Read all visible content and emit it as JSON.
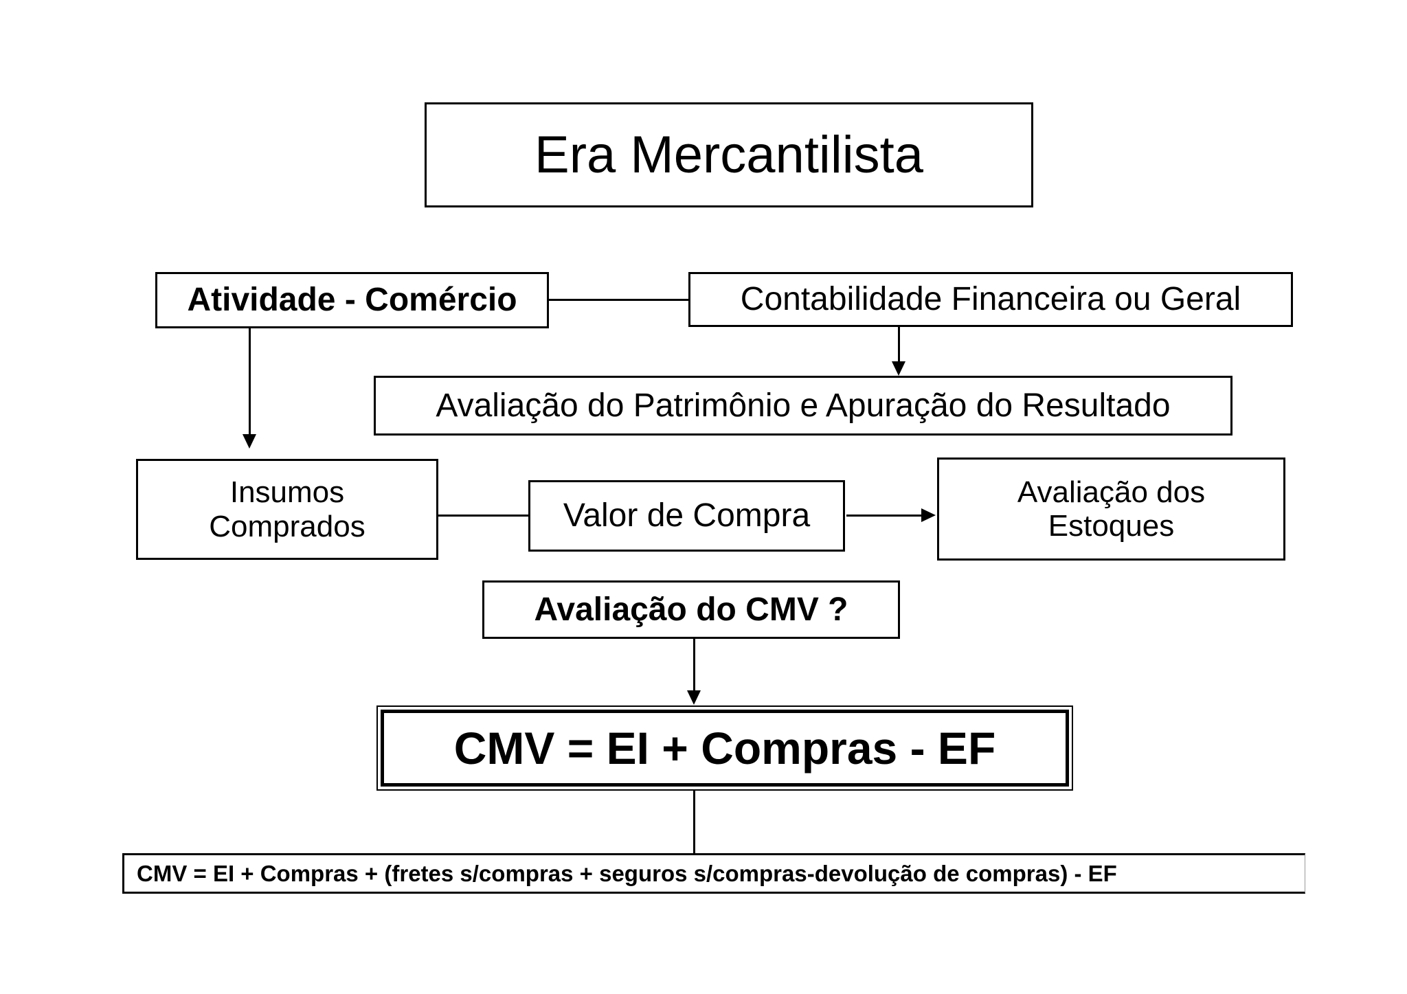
{
  "page": {
    "background_color": "#ffffff",
    "line_color": "#000000",
    "text_color": "#000000"
  },
  "title": {
    "label": "Era Mercantilista"
  },
  "nodes": {
    "atividade": {
      "label": "Atividade - Comércio"
    },
    "contabilidade": {
      "label": "Contabilidade Financeira ou Geral"
    },
    "patrimonio": {
      "label": "Avaliação do Patrimônio e Apuração do Resultado"
    },
    "insumos": {
      "lines": [
        "Insumos",
        "Comprados"
      ]
    },
    "valor": {
      "label": "Valor de Compra"
    },
    "estoques": {
      "lines": [
        "Avaliação dos",
        "Estoques"
      ]
    },
    "cmv_question": {
      "label": "Avaliação do CMV ?"
    },
    "cmv_formula": {
      "label": "CMV = EI + Compras - EF"
    },
    "cmv_formula_detail": {
      "label": "CMV = EI + Compras + (fretes s/compras + seguros s/compras-devolução de compras) - EF"
    }
  }
}
